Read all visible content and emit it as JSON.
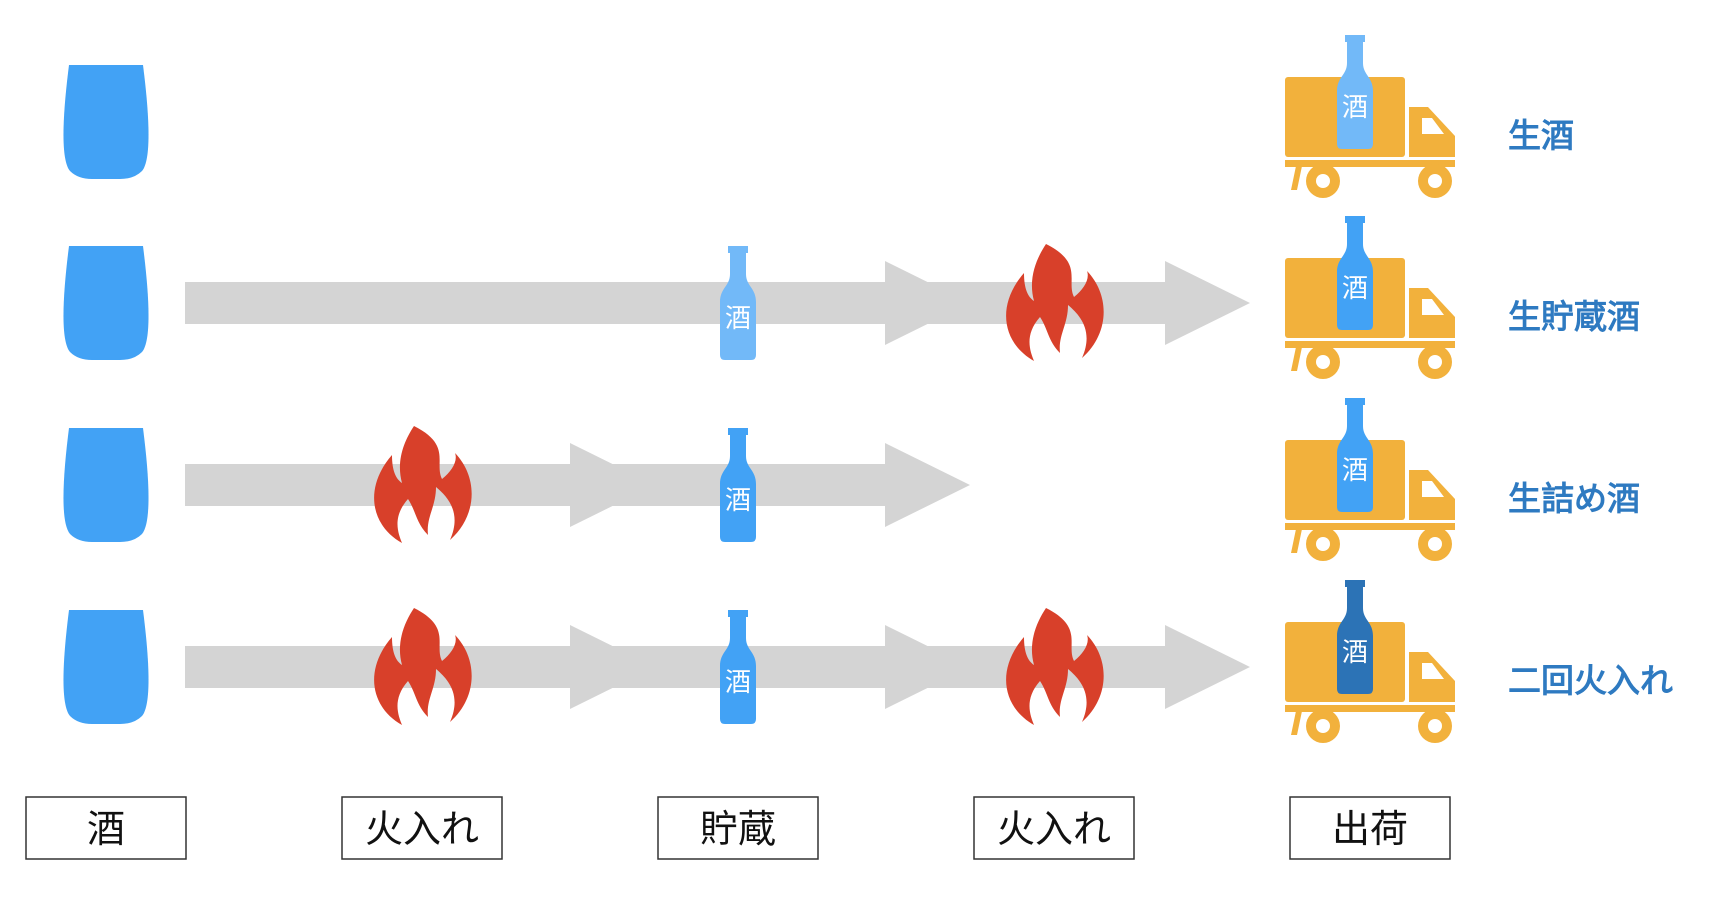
{
  "colors": {
    "arrow": "#d4d4d4",
    "cup": "#42a2f5",
    "fire": "#d8402a",
    "truck": "#f2b13c",
    "caption": "#2e7ac1",
    "bottle_light": "#72b9f8",
    "bottle_mid": "#42a2f5",
    "bottle_dark": "#2c73b6"
  },
  "bottle_text": "酒",
  "steps": [
    "酒",
    "火入れ",
    "貯蔵",
    "火入れ",
    "出荷"
  ],
  "rows": [
    {
      "caption": "生酒",
      "items": [
        {
          "kind": "cup",
          "col": 0
        },
        {
          "kind": "arrow",
          "from": 0,
          "to": 4
        },
        {
          "kind": "truck",
          "col": 4,
          "bottle": "bottle_light"
        }
      ]
    },
    {
      "caption": "生貯蔵酒",
      "items": [
        {
          "kind": "cup",
          "col": 0
        },
        {
          "kind": "arrow",
          "from": 0,
          "to": 2
        },
        {
          "kind": "bottle",
          "col": 2,
          "bottle": "bottle_light"
        },
        {
          "kind": "arrow",
          "from": 2,
          "to": 3
        },
        {
          "kind": "fire",
          "col": 3
        },
        {
          "kind": "arrow",
          "from": 3,
          "to": 4
        },
        {
          "kind": "truck",
          "col": 4,
          "bottle": "bottle_mid"
        }
      ]
    },
    {
      "caption": "生詰め酒",
      "items": [
        {
          "kind": "cup",
          "col": 0
        },
        {
          "kind": "arrow",
          "from": 0,
          "to": 1
        },
        {
          "kind": "fire",
          "col": 1
        },
        {
          "kind": "arrow",
          "from": 1,
          "to": 2
        },
        {
          "kind": "bottle",
          "col": 2,
          "bottle": "bottle_mid"
        },
        {
          "kind": "arrow",
          "from": 2,
          "to": 4
        },
        {
          "kind": "truck",
          "col": 4,
          "bottle": "bottle_mid"
        }
      ]
    },
    {
      "caption": "二回火入れ",
      "items": [
        {
          "kind": "cup",
          "col": 0
        },
        {
          "kind": "arrow",
          "from": 0,
          "to": 1
        },
        {
          "kind": "fire",
          "col": 1
        },
        {
          "kind": "arrow",
          "from": 1,
          "to": 2
        },
        {
          "kind": "bottle",
          "col": 2,
          "bottle": "bottle_mid"
        },
        {
          "kind": "arrow",
          "from": 2,
          "to": 3
        },
        {
          "kind": "fire",
          "col": 3
        },
        {
          "kind": "arrow",
          "from": 3,
          "to": 4
        },
        {
          "kind": "truck",
          "col": 4,
          "bottle": "bottle_dark"
        }
      ]
    }
  ]
}
